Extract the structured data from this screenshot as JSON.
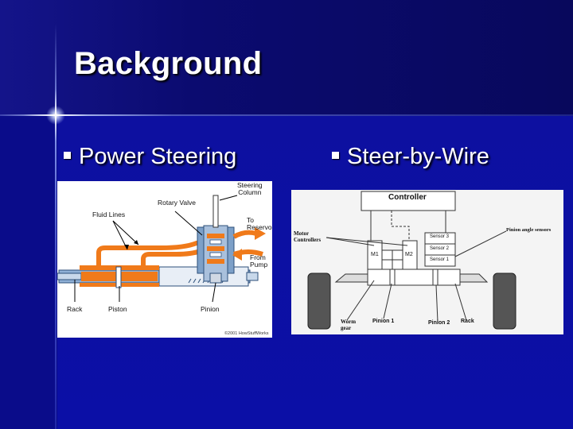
{
  "slide": {
    "title": "Background",
    "bullets": [
      "Power Steering",
      "Steer-by-Wire"
    ]
  },
  "power_steering_diagram": {
    "labels": {
      "steering_column_1": "Steering",
      "steering_column_2": "Column",
      "rotary_valve": "Rotary Valve",
      "fluid_lines": "Fluid Lines",
      "to_reservoir_1": "To",
      "to_reservoir_2": "Reservoir",
      "from_pump_1": "From",
      "from_pump_2": "Pump",
      "rack": "Rack",
      "piston": "Piston",
      "pinion": "Pinion",
      "credit": "©2001 HowStuffWorks"
    }
  },
  "steer_by_wire_diagram": {
    "labels": {
      "controller": "Controller",
      "motor_controllers_1": "Motor",
      "motor_controllers_2": "Controllers",
      "m1": "M1",
      "m2": "M2",
      "sensor3": "Sensor 3",
      "sensor2": "Sensor 2",
      "sensor1": "Sensor 1",
      "pinion_angle_sensors": "Pinion angle sensors",
      "worm_gear_1": "Worm",
      "worm_gear_2": "gear",
      "pinion1": "Pinion 1",
      "pinion2": "Pinion 2",
      "rack": "Rack"
    }
  },
  "colors": {
    "title": "#ffffff",
    "fluid": "#f07a1a",
    "housing": "#7da0c8"
  }
}
